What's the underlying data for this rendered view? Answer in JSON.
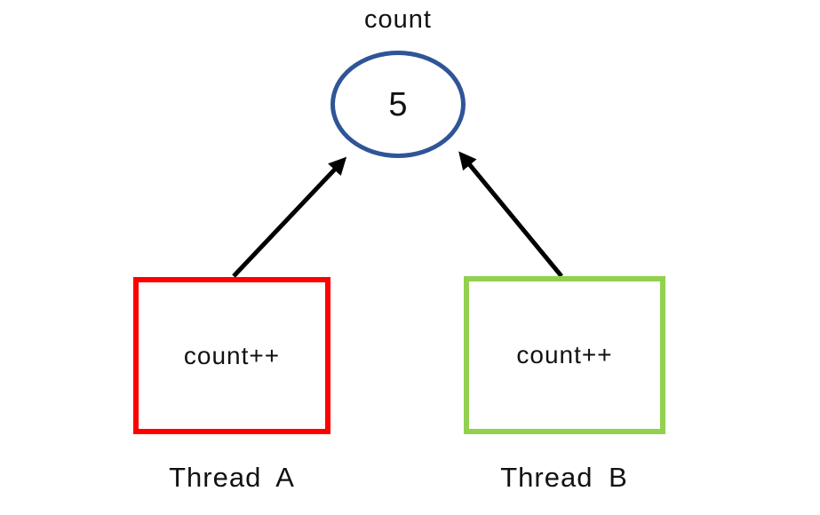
{
  "diagram": {
    "description": "Two threads incrementing a shared counter variable",
    "shared_variable": {
      "label": "count",
      "value": "5"
    },
    "threads": [
      {
        "name": "Thread A",
        "operation": "count++",
        "box_color": "#ff0000"
      },
      {
        "name": "Thread B",
        "operation": "count++",
        "box_color": "#92d050"
      }
    ],
    "colors": {
      "ellipse_border": "#2f5597",
      "thread_a_border": "#ff0000",
      "thread_b_border": "#92d050",
      "arrow": "#000000",
      "text": "#111111",
      "background": "#ffffff"
    }
  }
}
